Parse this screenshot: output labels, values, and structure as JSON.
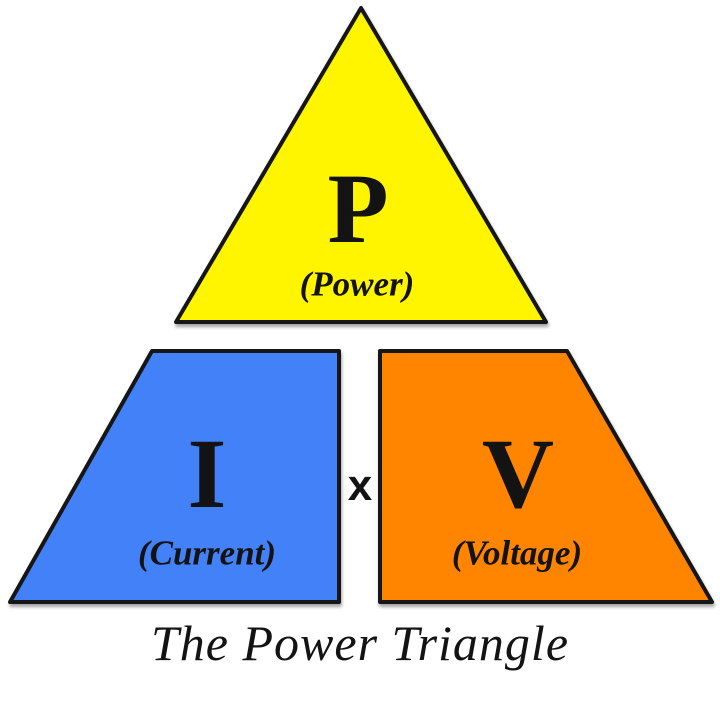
{
  "title": "The Power Triangle",
  "operator": "x",
  "outline_color": "#161616",
  "background_color": "#FFFFFF",
  "text_color": "#131313",
  "shapes": {
    "power": {
      "symbol": "P",
      "label": "(Power)",
      "color": "#FFF500",
      "shape": "triangle"
    },
    "current": {
      "symbol": "I",
      "label": "(Current)",
      "color": "#4381F8",
      "shape": "trapezoid-left"
    },
    "voltage": {
      "symbol": "V",
      "label": "(Voltage)",
      "color": "#FF8501",
      "shape": "trapezoid-right"
    }
  }
}
